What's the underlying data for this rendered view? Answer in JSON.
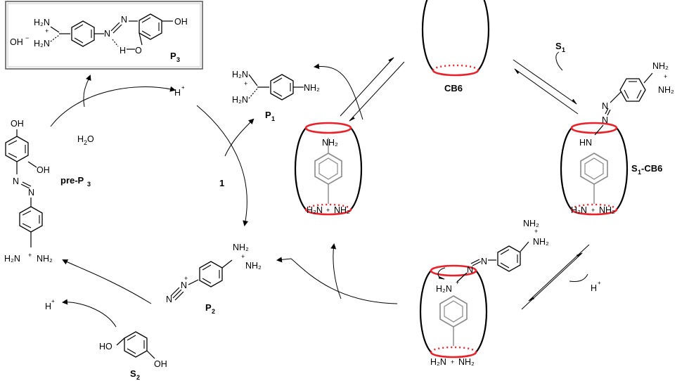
{
  "inset_box": {
    "hydroxide": "OH",
    "hydroxide_charge": "−",
    "atoms": {
      "h2n_top": "H₂N",
      "plus": "+",
      "h2n_bot": "H₂N",
      "n1": "N",
      "n2": "N",
      "h_bond": "H",
      "o_phenol": "O",
      "oh_right": "OH"
    },
    "label": "P",
    "label_sub": "3"
  },
  "labels": {
    "cb6": "CB6",
    "p1": "P",
    "p1_sub": "1",
    "p2": "P",
    "p2_sub": "2",
    "s1": "S",
    "s1_sub": "1",
    "s2": "S",
    "s2_sub": "2",
    "s1cb6_s": "S",
    "s1cb6_sub": "1",
    "s1cb6_rest": "-CB6",
    "pre_p3_a": "pre-P",
    "pre_p3_sub": "3",
    "reagent_1": "1",
    "water_h": "H",
    "water_sub": "2",
    "water_o": "O",
    "h_plus_top": "H",
    "h_plus_left": "H",
    "h_plus_right": "H",
    "plus": "+"
  },
  "atoms": {
    "nh2": "NH₂",
    "h2n": "H₂N",
    "hn": "HN",
    "n": "N",
    "oh": "OH",
    "ho": "HO",
    "plus": "+",
    "h2n_plus": "H₂N"
  },
  "colors": {
    "cb_ring": "#e8222b",
    "ink": "#000000",
    "ring_grey": "#888888"
  }
}
